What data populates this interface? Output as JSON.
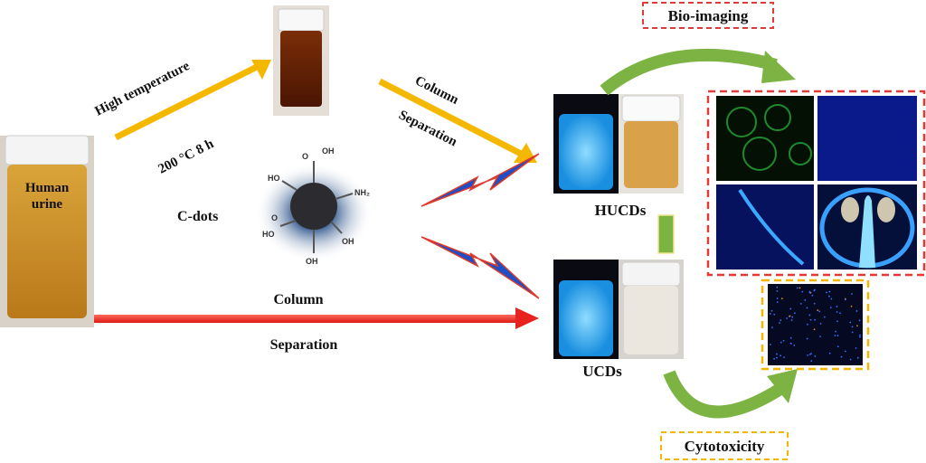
{
  "labels": {
    "human_urine_line1": "Human",
    "human_urine_line2": "urine",
    "high_temperature": "High temperature",
    "conditions": "200 °C  8 h",
    "column_top": "Column",
    "separation_top": "Separation",
    "c_dots": "C-dots",
    "column_bottom": "Column",
    "separation_bottom": "Separation",
    "hucds": "HUCDs",
    "ucds": "UCDs",
    "bio_imaging": "Bio-imaging",
    "cytotoxicity": "Cytotoxicity"
  },
  "molecule_groups": {
    "cooh_top": "O",
    "oh_top": "OH",
    "nh2": "NH₂",
    "ho_left": "HO",
    "oh_right": "OH",
    "ho_bottom_left": "HO",
    "oh_bottom": "OH",
    "o_left": "O"
  },
  "colors": {
    "yellow_arrow": "#f5b800",
    "red_arrow": "#e8231f",
    "green_arrow": "#7cb342",
    "red_dash": "#e53935",
    "yellow_dash": "#f4b400",
    "fluor_blue": "#2fb0f5"
  }
}
